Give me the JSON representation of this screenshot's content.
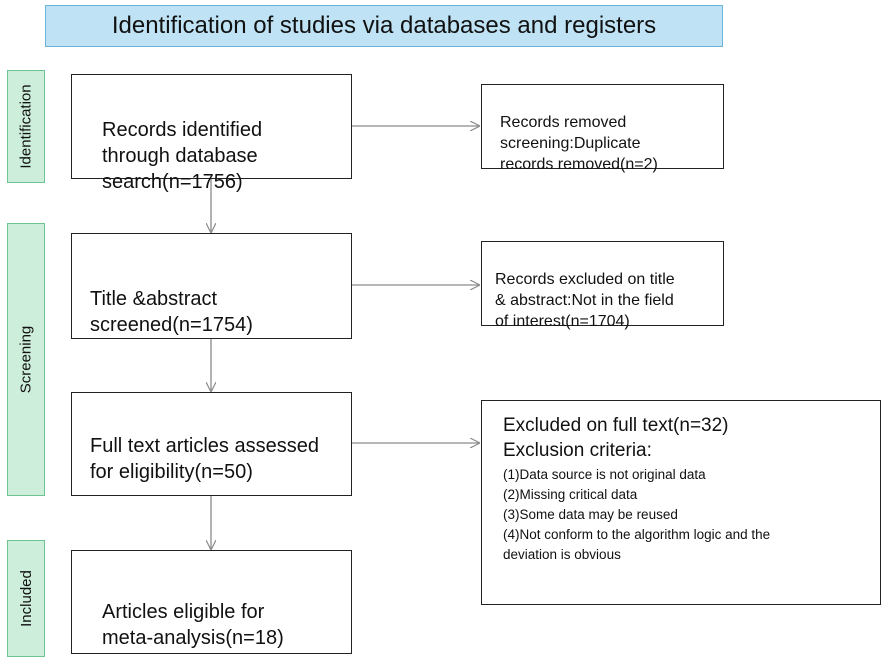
{
  "header": {
    "title": "Identification of studies via databases and registers"
  },
  "phases": {
    "identification": "Identification",
    "screening": "Screening",
    "included": "Included"
  },
  "boxes": {
    "records_identified": "Records identified\nthrough  database\nsearch(n=1756)",
    "title_abstract_screened": "Title &abstract\nscreened(n=1754)",
    "full_text_assessed": "Full text articles assessed\nfor eligibility(n=50)",
    "articles_eligible": "Articles eligible for\nmeta-analysis(n=18)",
    "records_removed": "Records removed\nscreening:Duplicate\nrecords removed(n=2)",
    "records_excluded": "Records excluded on title\n& abstract:Not in the field\nof interest(n=1704)"
  },
  "exclusion": {
    "title": "Excluded on full text(n=32)",
    "criteria_label": "Exclusion criteria:",
    "items": [
      "(1)Data source is not original data",
      "(2)Missing critical data",
      "(3)Some data may be reused",
      "(4)Not conform to the algorithm logic and the\ndeviation is obvious"
    ]
  },
  "colors": {
    "header_fill": "#bfe3f4",
    "header_border": "#6db4d9",
    "phase_fill": "#cdeedb",
    "phase_border": "#6ec393",
    "arrow": "#8a8a8a"
  }
}
